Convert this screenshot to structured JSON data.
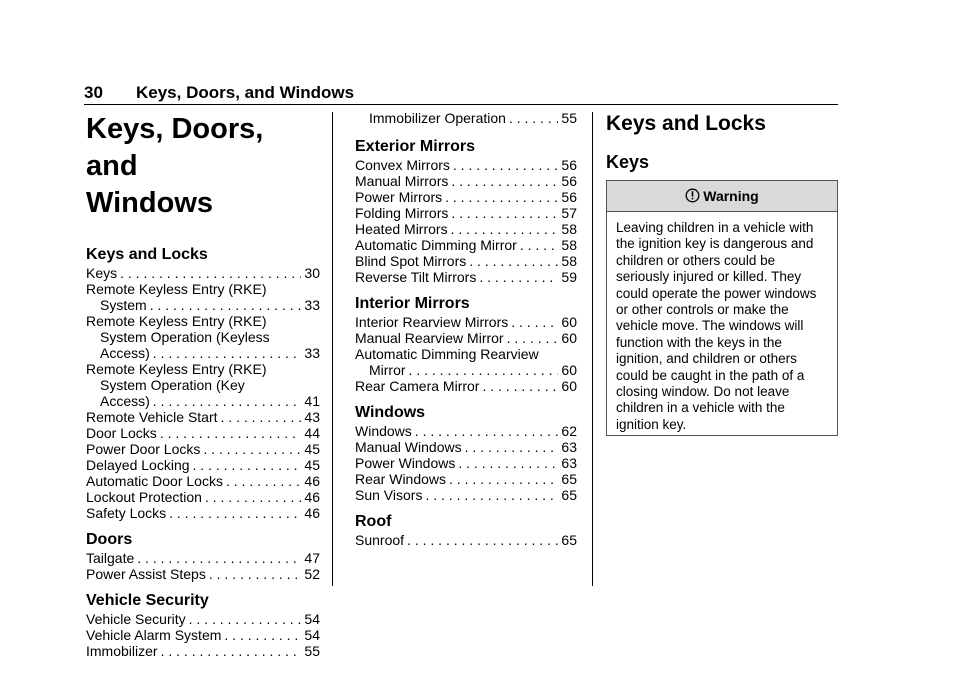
{
  "header": {
    "page_number": "30",
    "title": "Keys, Doors, and Windows"
  },
  "col1": {
    "chapter_line1": "Keys, Doors, and",
    "chapter_line2": "Windows",
    "sections": {
      "keys_locks": {
        "title": "Keys and Locks",
        "entries": [
          {
            "label": "Keys",
            "page": "30"
          },
          {
            "pre": [
              "Remote Keyless Entry (RKE)"
            ],
            "label": "System",
            "page": "33"
          },
          {
            "pre": [
              "Remote Keyless Entry (RKE)",
              "System Operation (Keyless"
            ],
            "label": "Access)",
            "page": "33"
          },
          {
            "pre": [
              "Remote Keyless Entry (RKE)",
              "System Operation (Key"
            ],
            "label": "Access)",
            "page": "41"
          },
          {
            "label": "Remote Vehicle Start",
            "page": "43"
          },
          {
            "label": "Door Locks",
            "page": "44"
          },
          {
            "label": "Power Door Locks",
            "page": "45"
          },
          {
            "label": "Delayed Locking",
            "page": "45"
          },
          {
            "label": "Automatic Door Locks",
            "page": "46"
          },
          {
            "label": "Lockout Protection",
            "page": "46"
          },
          {
            "label": "Safety Locks",
            "page": "46"
          }
        ]
      },
      "doors": {
        "title": "Doors",
        "entries": [
          {
            "label": "Tailgate",
            "page": "47"
          },
          {
            "label": "Power Assist Steps",
            "page": "52"
          }
        ]
      },
      "vehicle_security": {
        "title": "Vehicle Security",
        "entries": [
          {
            "label": "Vehicle Security",
            "page": "54"
          },
          {
            "label": "Vehicle Alarm System",
            "page": "54"
          },
          {
            "label": "Immobilizer",
            "page": "55"
          }
        ]
      }
    }
  },
  "col2": {
    "top_entry": {
      "label": "Immobilizer Operation",
      "page": "55"
    },
    "sections": {
      "exterior": {
        "title": "Exterior Mirrors",
        "entries": [
          {
            "label": "Convex Mirrors",
            "page": "56"
          },
          {
            "label": "Manual Mirrors",
            "page": "56"
          },
          {
            "label": "Power Mirrors",
            "page": "56"
          },
          {
            "label": "Folding Mirrors",
            "page": "57"
          },
          {
            "label": "Heated Mirrors",
            "page": "58"
          },
          {
            "label": "Automatic Dimming Mirror",
            "page": "58"
          },
          {
            "label": "Blind Spot Mirrors",
            "page": "58"
          },
          {
            "label": "Reverse Tilt Mirrors",
            "page": "59"
          }
        ]
      },
      "interior": {
        "title": "Interior Mirrors",
        "entries": [
          {
            "label": "Interior Rearview Mirrors",
            "page": "60"
          },
          {
            "label": "Manual Rearview Mirror",
            "page": "60"
          },
          {
            "pre": [
              "Automatic Dimming Rearview"
            ],
            "label": "Mirror",
            "page": "60"
          },
          {
            "label": "Rear Camera Mirror",
            "page": "60"
          }
        ]
      },
      "windows": {
        "title": "Windows",
        "entries": [
          {
            "label": "Windows",
            "page": "62"
          },
          {
            "label": "Manual Windows",
            "page": "63"
          },
          {
            "label": "Power Windows",
            "page": "63"
          },
          {
            "label": "Rear Windows",
            "page": "65"
          },
          {
            "label": "Sun Visors",
            "page": "65"
          }
        ]
      },
      "roof": {
        "title": "Roof",
        "entries": [
          {
            "label": "Sunroof",
            "page": "65"
          }
        ]
      }
    }
  },
  "col3": {
    "title": "Keys and Locks",
    "subtitle": "Keys",
    "warning": {
      "icon": "warning-icon",
      "heading": "Warning",
      "lines": [
        "Leaving children in a vehicle with",
        "the ignition key is dangerous and",
        "children or others could be",
        "seriously injured or killed. They",
        "could operate the power windows",
        "or other controls or make the",
        "vehicle move. The windows will",
        "function with the keys in the",
        "ignition, and children or others",
        "could be caught in the path of a",
        "closing window. Do not leave",
        "children in a vehicle with the",
        "ignition key."
      ]
    }
  }
}
